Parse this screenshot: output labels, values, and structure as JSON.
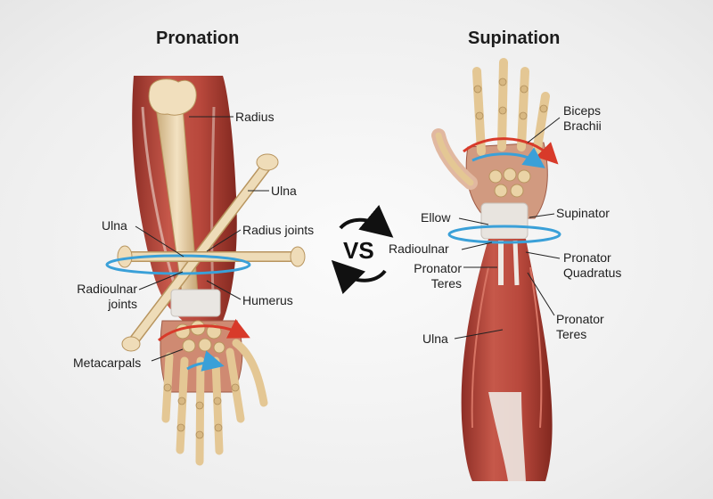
{
  "titles": {
    "left": "Pronation",
    "right": "Supination"
  },
  "vs": "VS",
  "pronation_labels": {
    "radius": "Radius",
    "ulna_right": "Ulna",
    "ulna_left": "Ulna",
    "radius_joints": "Radius joints",
    "radioulnar_l1": "Radioulnar",
    "radioulnar_l2": "joints",
    "humerus": "Humerus",
    "metacarpals": "Metacarpals"
  },
  "supination_labels": {
    "biceps_l1": "Biceps",
    "biceps_l2": "Brachii",
    "ellow": "Ellow",
    "supinator": "Supinator",
    "radioulnar": "Radioulnar",
    "pronator_quadratus_l1": "Pronator",
    "pronator_quadratus_l2": "Quadratus",
    "pronator_teres_left_l1": "Pronator",
    "pronator_teres_left_l2": "Teres",
    "pronator_teres_right_l1": "Pronator",
    "pronator_teres_right_l2": "Teres",
    "ulna": "Ulna"
  },
  "colors": {
    "muscle": "#b8483c",
    "muscle_dark": "#8e2e26",
    "bone": "#e6cfa6",
    "bone_shade": "#c9ab7a",
    "tendon": "#ebe6e0",
    "ring_blue": "#3aa0d8",
    "arrow_red": "#d83a2a",
    "arrow_black": "#111111"
  }
}
